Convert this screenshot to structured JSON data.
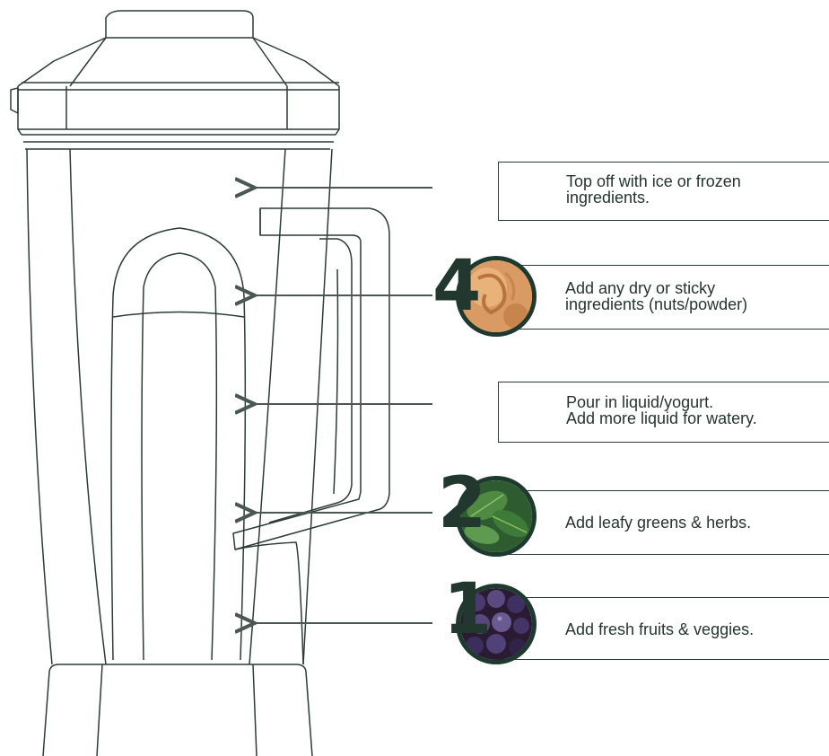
{
  "steps": [
    {
      "number": "",
      "text": "Top off with ice or frozen\ningredients."
    },
    {
      "number": "4",
      "text": "Add any dry or sticky\ningredients (nuts/powder)"
    },
    {
      "number": "",
      "text": "Pour in liquid/yogurt.\nAdd more liquid for watery."
    },
    {
      "number": "2",
      "text": "Add leafy greens & herbs."
    },
    {
      "number": "1",
      "text": "Add fresh fruits & veggies."
    }
  ],
  "photos": [
    {
      "name": "nut-butter-powder-photo",
      "subject": "nut butter"
    },
    {
      "name": "leafy-greens-photo",
      "subject": "spinach leaves"
    },
    {
      "name": "berries-photo",
      "subject": "blueberries and blackberries"
    }
  ],
  "colors": {
    "line": "#2b3d35",
    "arrow": "#4a5752",
    "number": "#22382f",
    "ring": "#1e3a2e"
  }
}
